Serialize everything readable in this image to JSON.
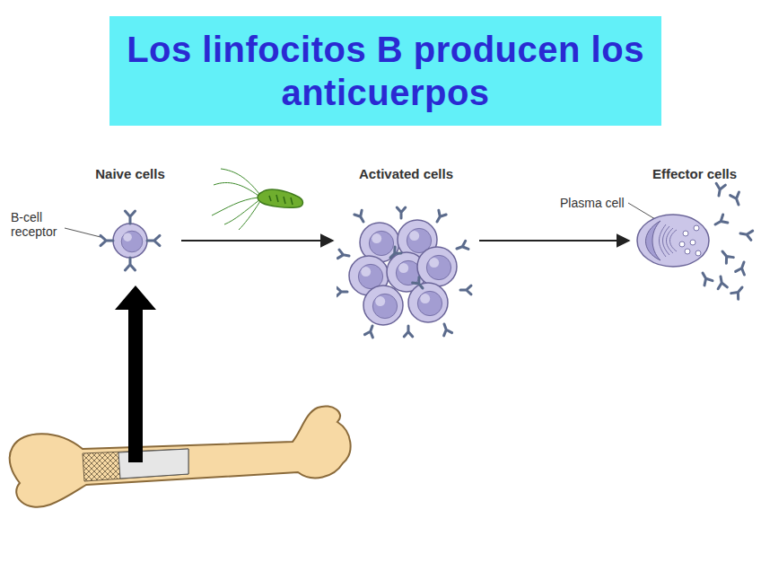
{
  "diagram": {
    "title": "Los linfocitos B producen los anticuerpos",
    "nodes": [
      {
        "text": [
          "Naive cells"
        ]
      },
      {
        "text": [
          "Activated cells"
        ]
      },
      {
        "text": [
          "Effector cells"
        ]
      }
    ],
    "edges": [
      {
        "from": 0,
        "to": 1,
        "arrow": "to"
      },
      {
        "from": 1,
        "to": 2,
        "arrow": "to"
      }
    ],
    "labels": [
      "B-cell receptor",
      "Plasma cell"
    ]
  }
}
